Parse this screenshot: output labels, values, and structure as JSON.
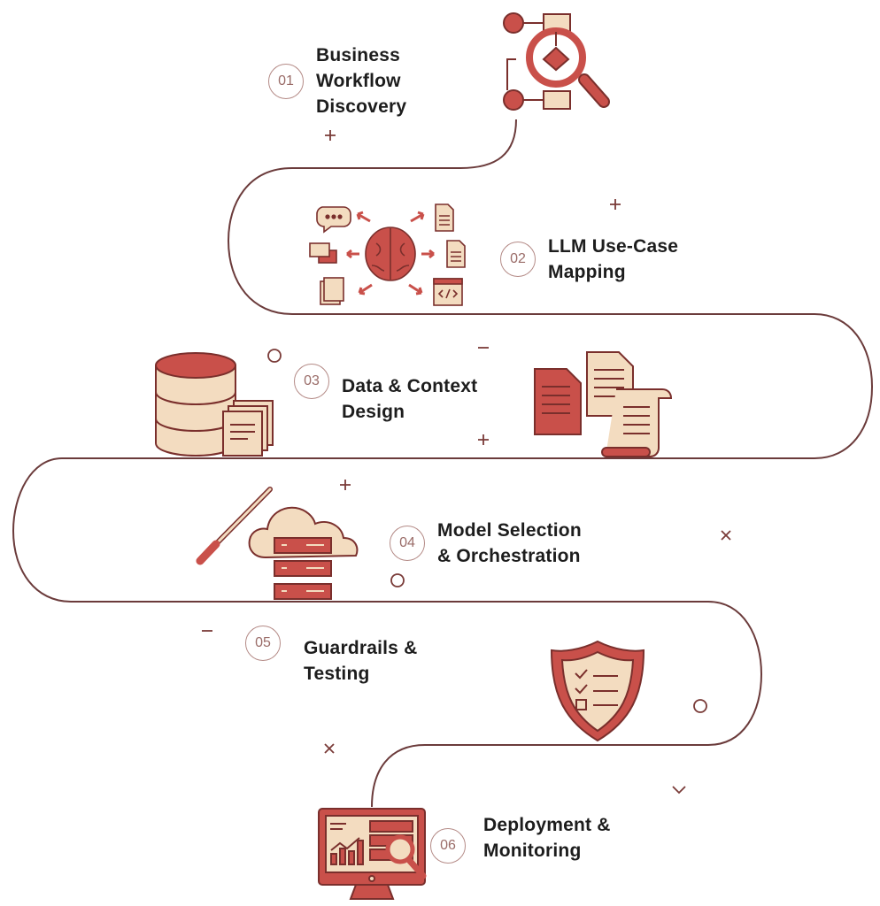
{
  "colors": {
    "accent": "#c9504a",
    "outline": "#7a2f2c",
    "fill_light": "#f3dcc0",
    "path": "#6b3b3b",
    "text": "#1d1d1d"
  },
  "steps": [
    {
      "number": "01",
      "lines": [
        "Business",
        "Workflow",
        "Discovery"
      ],
      "icon": "workflow-magnifier-icon"
    },
    {
      "number": "02",
      "lines": [
        "LLM Use-Case",
        "Mapping"
      ],
      "icon": "brain-mapping-icon"
    },
    {
      "number": "03",
      "lines": [
        "Data & Context",
        "Design"
      ],
      "icon": "database-documents-icon"
    },
    {
      "number": "04",
      "lines": [
        "Model Selection",
        "& Orchestration"
      ],
      "icon": "cloud-server-icon"
    },
    {
      "number": "05",
      "lines": [
        "Guardrails &",
        "Testing"
      ],
      "icon": "shield-checklist-icon"
    },
    {
      "number": "06",
      "lines": [
        "Deployment &",
        "Monitoring"
      ],
      "icon": "monitor-analytics-icon"
    }
  ]
}
